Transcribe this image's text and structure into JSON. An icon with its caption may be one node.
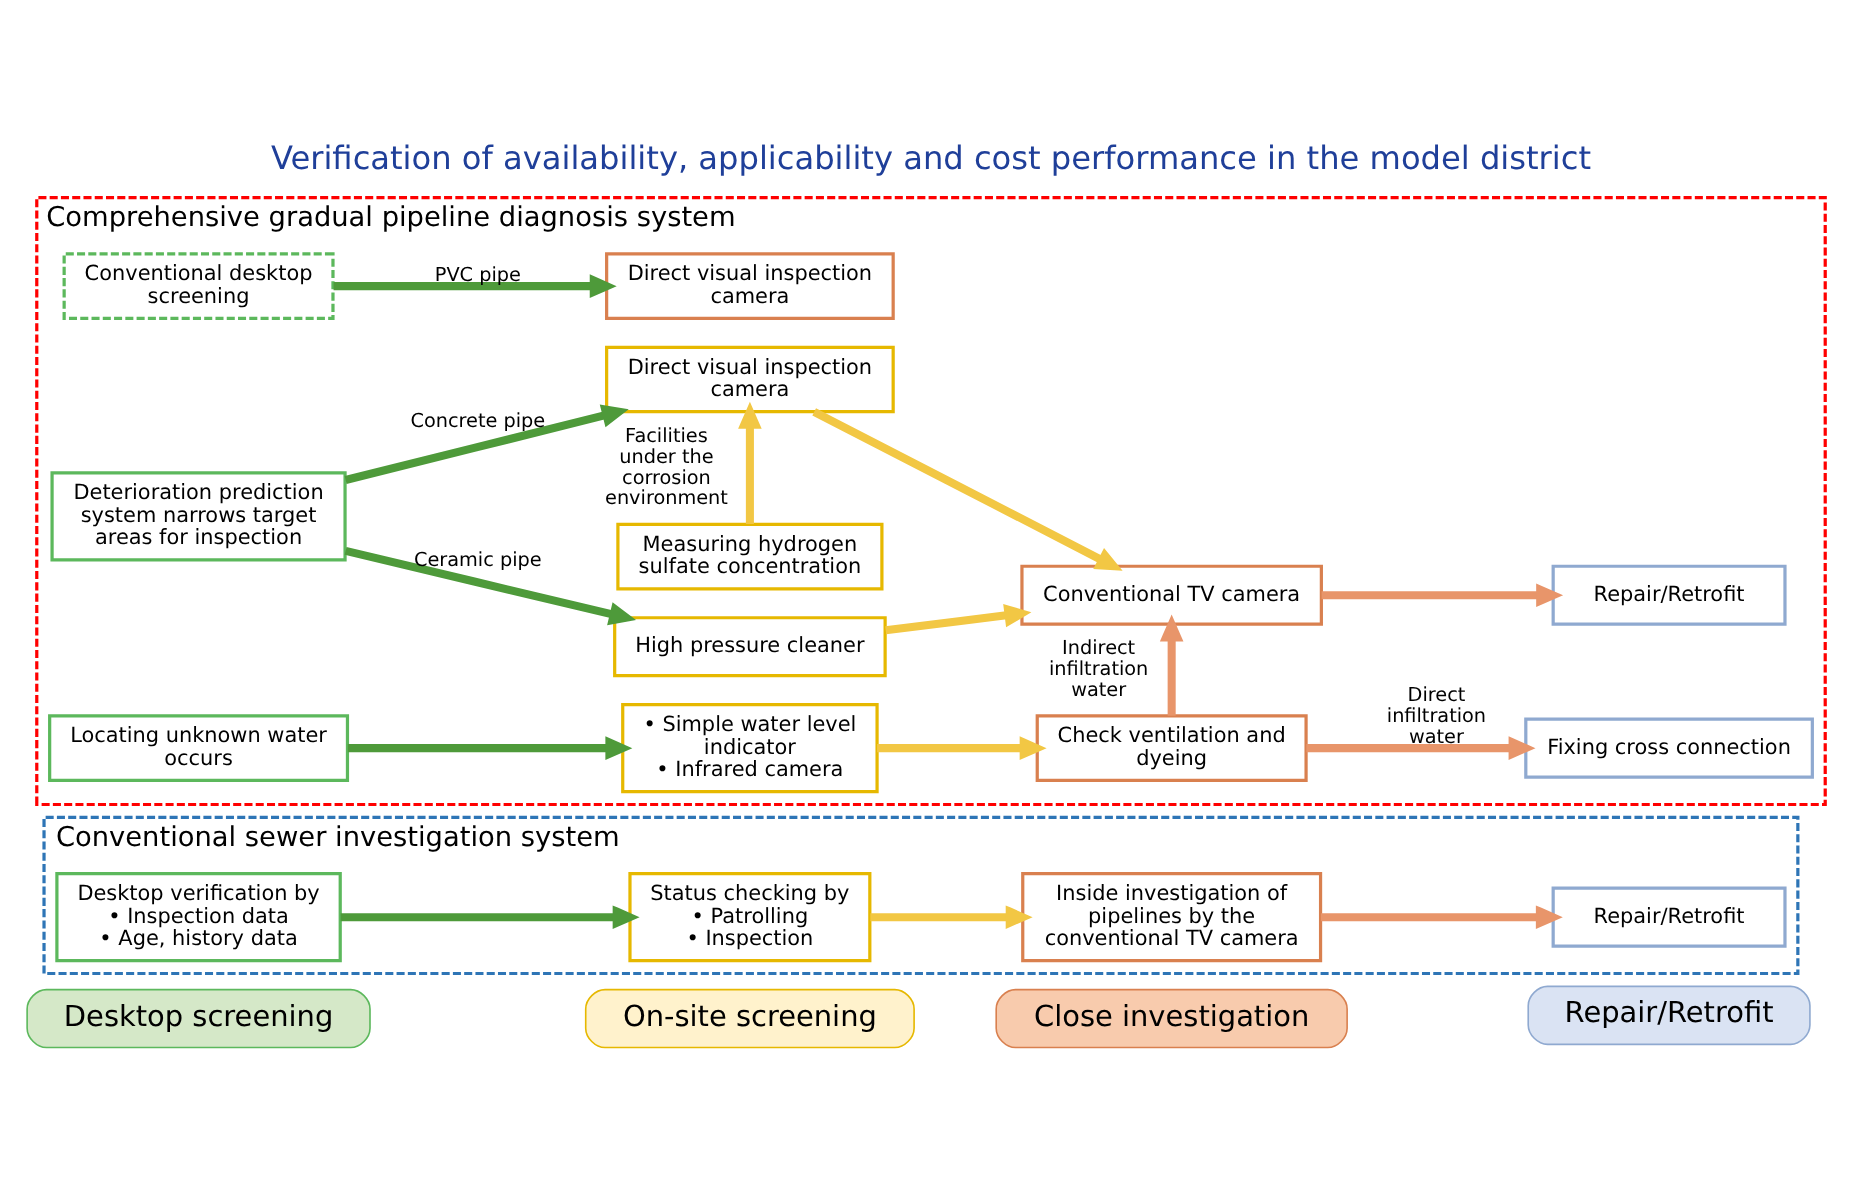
{
  "diagram": {
    "title": "Verification of availability, applicability and cost performance in the model district",
    "nodes": [
      {
        "text": [
          "Desktop screening"
        ]
      },
      {
        "text": [
          "On-site screening"
        ]
      },
      {
        "text": [
          "Close investigation"
        ]
      },
      {
        "text": [
          "Repair/Retrofit"
        ]
      },
      {
        "text": [
          "Conventional sewer investigation system"
        ]
      },
      {
        "text": [
          "Desktop verification by",
          "• Inspection data",
          "• Age, history data"
        ],
        "in": 4
      },
      {
        "text": [
          "Status checking by",
          "• Patrolling",
          "• Inspection"
        ],
        "in": 4
      },
      {
        "text": [
          "Inside investigation of pipelines by the conventional TV camera"
        ],
        "in": 4
      },
      {
        "text": [
          "Repair/Retrofit"
        ],
        "in": 4
      },
      {
        "text": [
          "Comprehensive gradual pipeline diagnosis system"
        ]
      },
      {
        "text": [
          "Conventional desktop screening"
        ],
        "in": 9
      },
      {
        "text": [
          "Deterioration prediction system narrows target areas for inspection"
        ],
        "in": 9
      },
      {
        "text": [
          "High pressure cleaner"
        ],
        "in": 9
      },
      {
        "text": [
          "Direct visual inspection camera"
        ],
        "in": 9
      },
      {
        "text": [
          "Measuring hydrogen sulfate concentration"
        ],
        "in": 9
      },
      {
        "text": [
          "Locating unknown water occurs"
        ],
        "in": 9
      },
      {
        "text": [
          "• Simple water level indicator",
          "• Infrared camera"
        ],
        "in": 9
      },
      {
        "text": [
          "Direct visual inspection camera"
        ],
        "in": 9
      },
      {
        "text": [
          "Conventional TV camera"
        ],
        "in": 9
      },
      {
        "text": [
          "Check ventilation and dyeing"
        ],
        "in": 9
      },
      {
        "text": [
          "Repair/Retrofit"
        ],
        "in": 9
      },
      {
        "text": [
          "Fixing cross connection"
        ],
        "in": 9
      }
    ],
    "edges": [
      {
        "from": 5,
        "to": 6,
        "arrow": "to",
        "color": "#4e9a3a"
      },
      {
        "from": 6,
        "to": 7,
        "arrow": "to",
        "color": "#f2c744"
      },
      {
        "from": 7,
        "to": 8,
        "arrow": "to",
        "color": "#e8956a"
      },
      {
        "from": 10,
        "to": 13,
        "arrow": "to",
        "label": "PVC pipe",
        "color": "#4e9a3a"
      },
      {
        "from": 11,
        "to": 12,
        "arrow": "to",
        "label": "Ceramic pipe",
        "color": "#4e9a3a"
      },
      {
        "from": 11,
        "to": 17,
        "arrow": "to",
        "label": "Concrete pipe",
        "color": "#4e9a3a"
      },
      {
        "from": 12,
        "to": 18,
        "arrow": "to",
        "color": "#f2c744"
      },
      {
        "from": 17,
        "to": 18,
        "arrow": "to",
        "color": "#f2c744"
      },
      {
        "from": 14,
        "to": 17,
        "arrow": "to",
        "label": "Facilities under the corrosion environment",
        "color": "#f2c744"
      },
      {
        "from": 15,
        "to": 16,
        "arrow": "to",
        "color": "#4e9a3a"
      },
      {
        "from": 16,
        "to": 19,
        "arrow": "to",
        "color": "#f2c744"
      },
      {
        "from": 19,
        "to": 18,
        "arrow": "to",
        "label": "Indirect infiltration water",
        "color": "#e8956a"
      },
      {
        "from": 19,
        "to": 21,
        "arrow": "to",
        "label": "Direct infiltration water",
        "color": "#e8956a"
      },
      {
        "from": 18,
        "to": 20,
        "arrow": "to",
        "color": "#e8956a"
      }
    ]
  }
}
